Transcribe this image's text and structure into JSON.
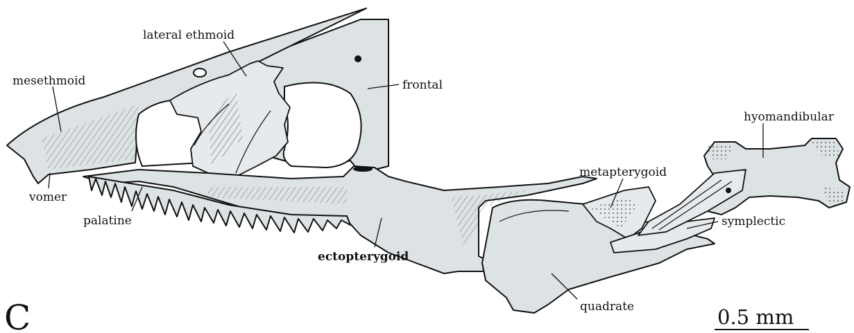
{
  "figure": {
    "panel_letter": "C",
    "scale_bar_label": "0.5 mm",
    "labels": {
      "mesethmoid": "mesethmoid",
      "lateral_ethmoid": "lateral ethmoid",
      "frontal": "frontal",
      "hyomandibular": "hyomandibular",
      "vomer": "vomer",
      "metapterygoid": "metapterygoid",
      "palatine": "palatine",
      "symplectic": "symplectic",
      "ectopterygoid": "ectopterygoid",
      "quadrate": "quadrate"
    },
    "colors": {
      "bone_fill": "#dde2e5",
      "ink": "#111111",
      "background": "#ffffff"
    }
  }
}
